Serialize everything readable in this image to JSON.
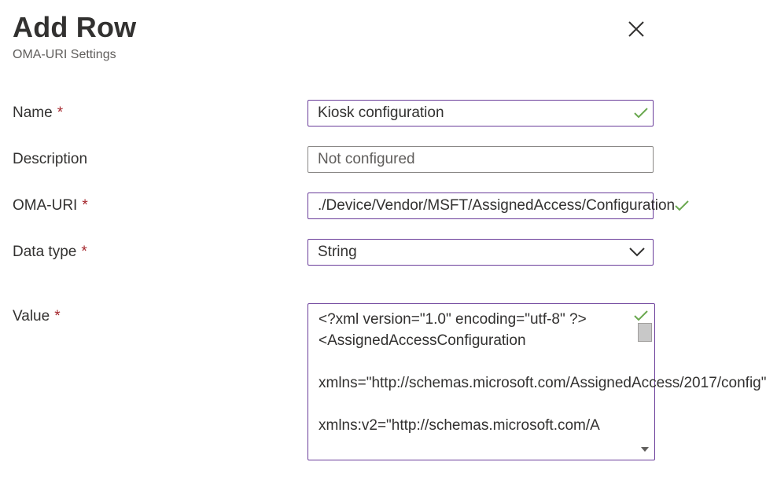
{
  "header": {
    "title": "Add Row",
    "subtitle": "OMA-URI Settings"
  },
  "form": {
    "name": {
      "label": "Name",
      "required": "*",
      "value": "Kiosk configuration"
    },
    "description": {
      "label": "Description",
      "placeholder": "Not configured"
    },
    "oma_uri": {
      "label": "OMA-URI",
      "required": "*",
      "value": "./Device/Vendor/MSFT/AssignedAccess/Configuration"
    },
    "data_type": {
      "label": "Data type",
      "required": "*",
      "selected": "String"
    },
    "value": {
      "label": "Value",
      "required": "*",
      "content": "<?xml version=\"1.0\" encoding=\"utf-8\" ?>\n<AssignedAccessConfiguration\n\nxmlns=\"http://schemas.microsoft.com/AssignedAccess/2017/config\"\n\nxmlns:v2=\"http://schemas.microsoft.com/A"
    }
  },
  "icons": {
    "close": "close-icon",
    "check": "checkmark-icon",
    "dropdown": "chevron-down-icon"
  },
  "colors": {
    "valid_border": "#6a3d9a",
    "check": "#6aa84f",
    "required": "#a4262c"
  }
}
